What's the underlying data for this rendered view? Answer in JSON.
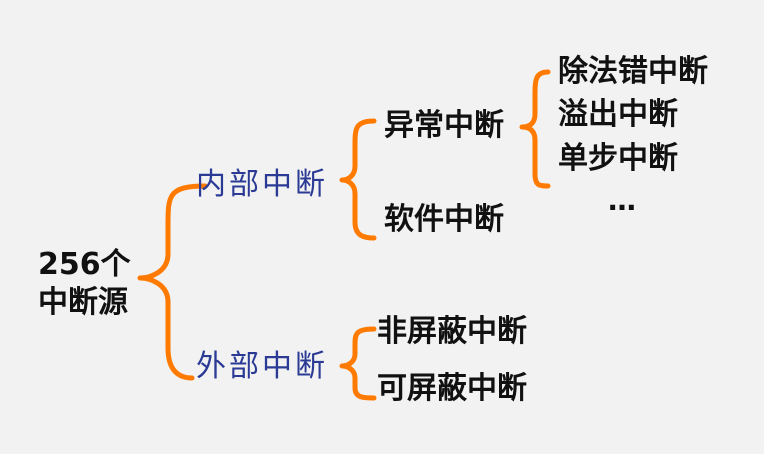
{
  "root": {
    "line1": "256个",
    "line2": "中断源"
  },
  "internal": {
    "label": "内部中断",
    "children": {
      "exception": {
        "label": "异常中断",
        "children": [
          "除法错中断",
          "溢出中断",
          "单步中断",
          "…"
        ]
      },
      "software": {
        "label": "软件中断"
      }
    }
  },
  "external": {
    "label": "外部中断",
    "children": [
      "非屏蔽中断",
      "可屏蔽中断"
    ]
  },
  "colors": {
    "brace": "#ff7a00",
    "internal_text": "#2b3b95",
    "external_text": "#2b3b95",
    "node_text": "#111111",
    "background": "#f2f2f2"
  }
}
